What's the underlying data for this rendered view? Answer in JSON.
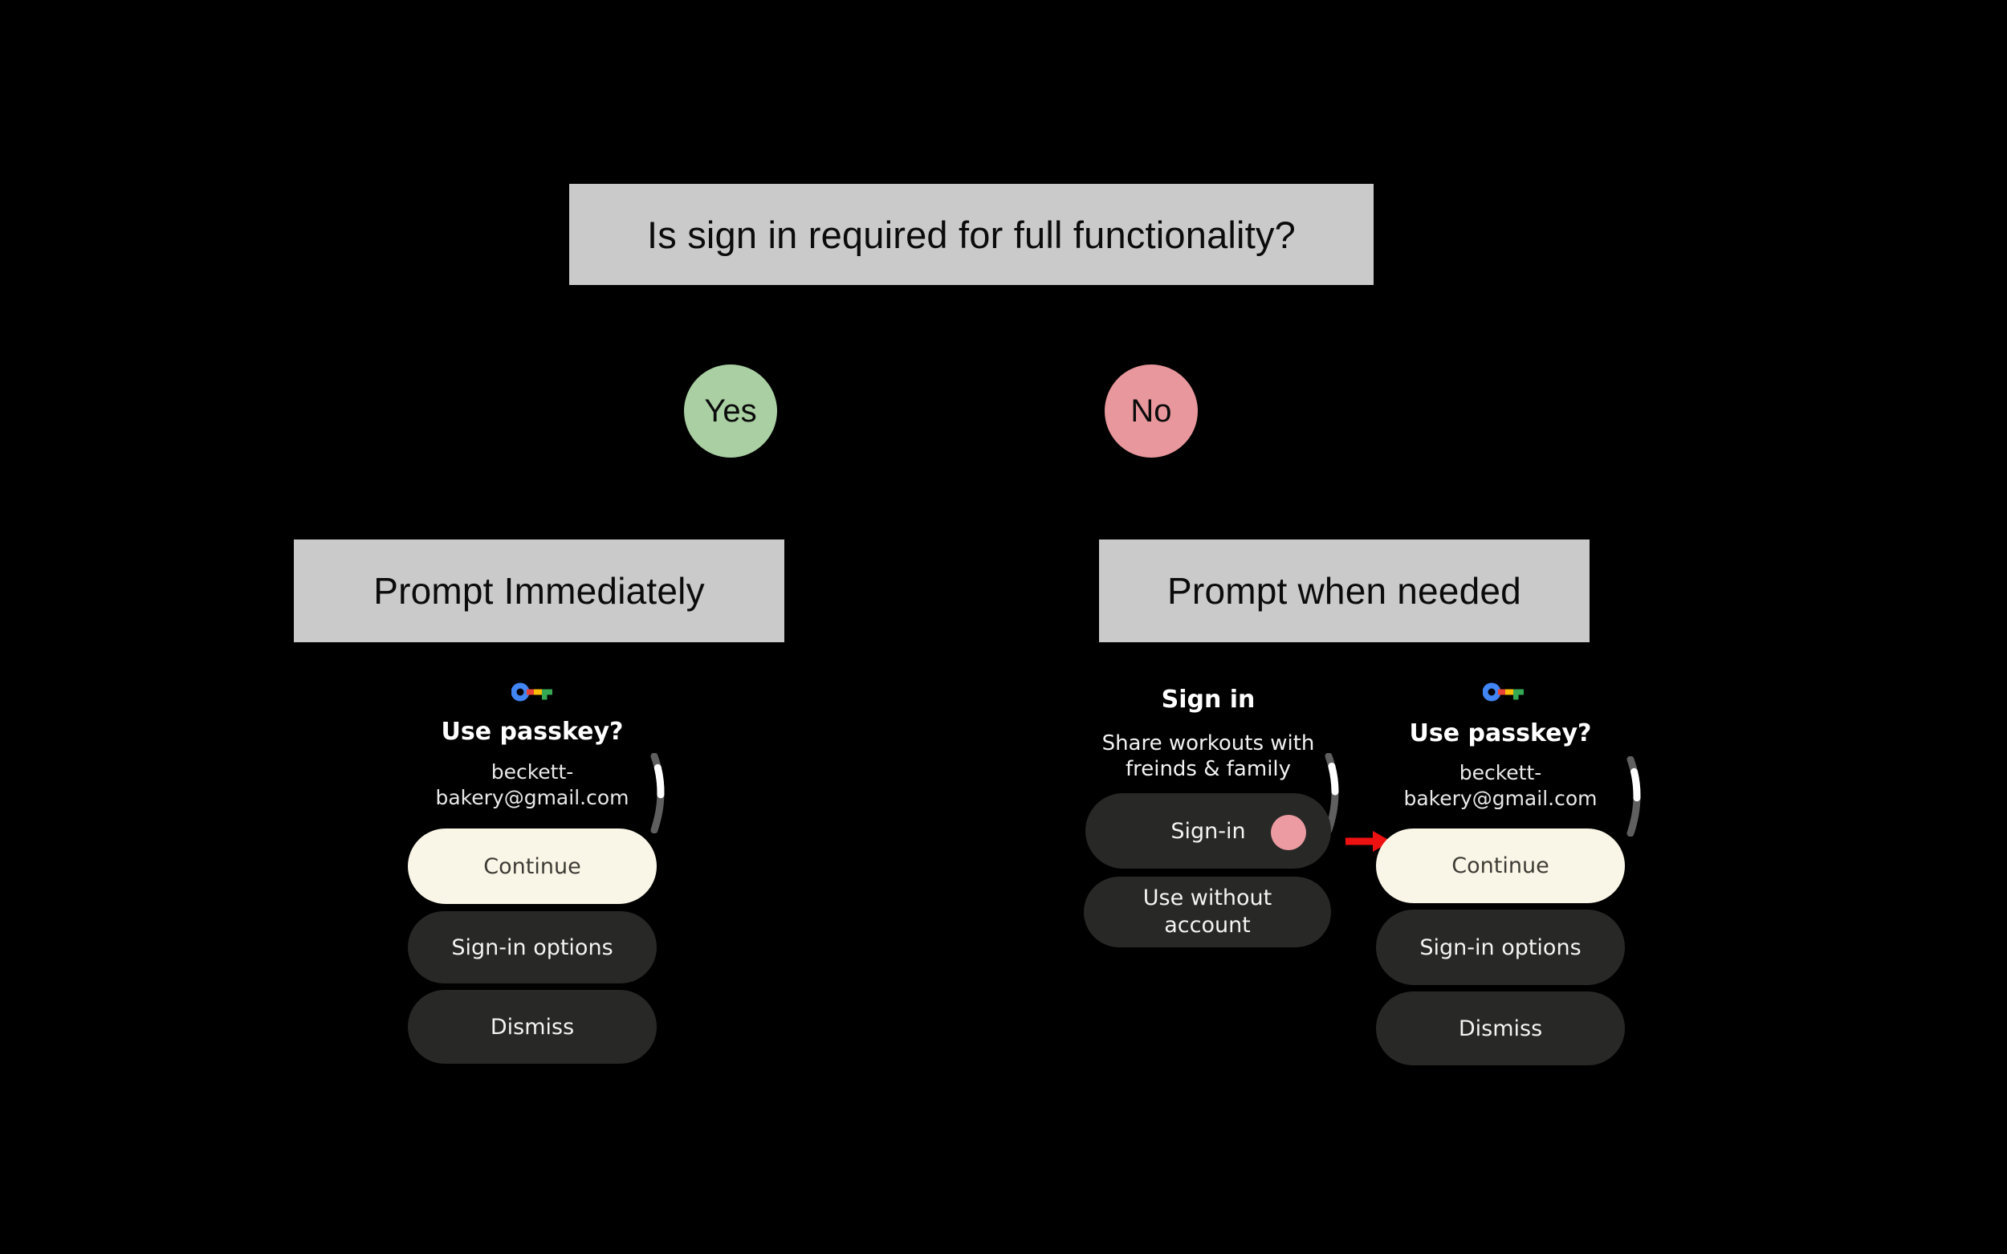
{
  "flowchart": {
    "question": "Is sign in required for full functionality?",
    "yes": "Yes",
    "no": "No",
    "branch_yes": "Prompt Immediately",
    "branch_no": "Prompt when needed"
  },
  "watch_left": {
    "heading": "Use passkey?",
    "account_line1": "beckett-",
    "account_line2": "bakery@gmail.com",
    "continue_label": "Continue",
    "signin_options_label": "Sign-in options",
    "dismiss_label": "Dismiss"
  },
  "watch_middle": {
    "heading": "Sign in",
    "body_line1": "Share workouts with",
    "body_line2": "freinds & family",
    "signin_label": "Sign-in",
    "use_without_line1": "Use without",
    "use_without_line2": "account"
  },
  "watch_right": {
    "heading": "Use passkey?",
    "account_line1": "beckett-",
    "account_line2": "bakery@gmail.com",
    "continue_label": "Continue",
    "signin_options_label": "Sign-in options",
    "dismiss_label": "Dismiss"
  },
  "icons": {
    "passkey_key": "google-passkey-key-icon",
    "scroll_indicator": "curved-scroll-indicator",
    "tap_indicator": "tap-touch-indicator",
    "flow_arrow": "red-arrow-right"
  },
  "colors": {
    "background": "#000000",
    "box_gray": "#cacaca",
    "yes_green": "#a9cfa3",
    "no_pink": "#e8979c",
    "button_cream": "#faf6e7",
    "button_dark": "#282826",
    "tap_pink": "#eb9ba1",
    "arrow_red": "#ee1111",
    "key_blue": "#4285F4",
    "key_red": "#EA4335",
    "key_yellow": "#FBBC04",
    "key_green": "#34A853",
    "scroll_track": "#5f5f5f",
    "scroll_thumb": "#ffffff"
  }
}
